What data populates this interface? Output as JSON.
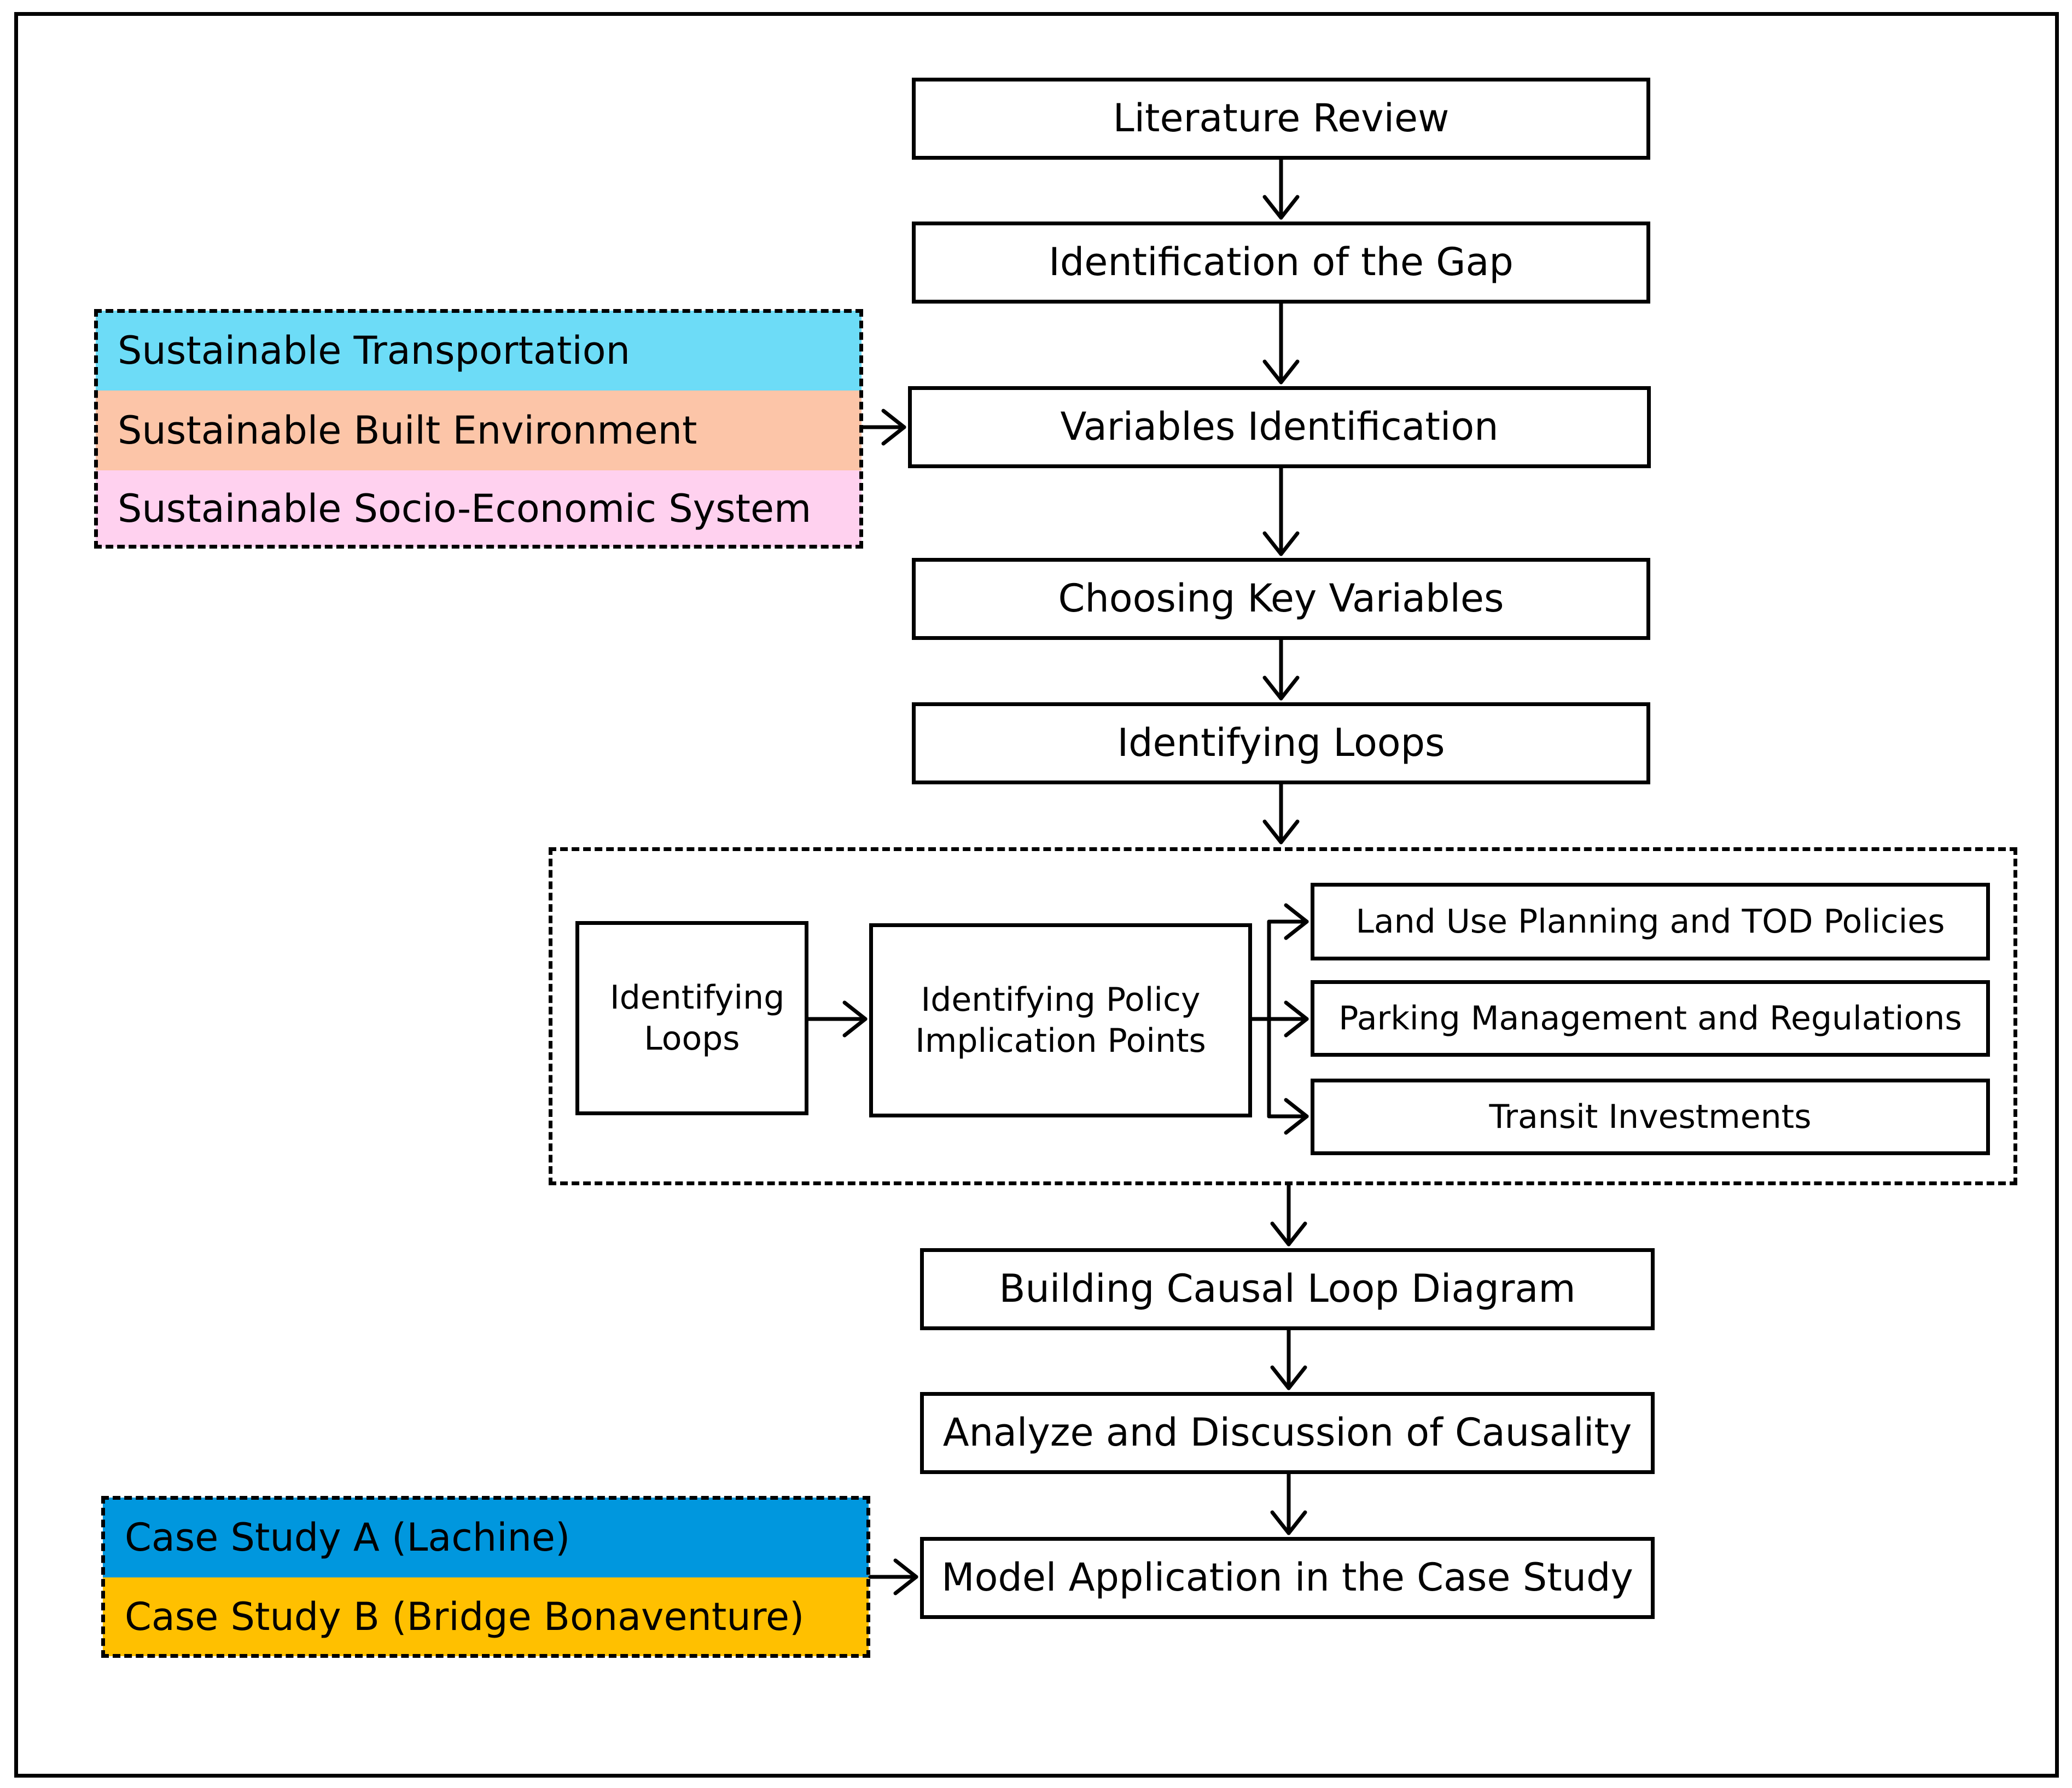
{
  "main_flow": [
    "Literature Review",
    "Identification of the Gap",
    "Variables Identification",
    "Choosing Key Variables",
    "Identifying Loops",
    "Building Causal Loop Diagram",
    "Analyze and Discussion of Causality",
    "Model Application in the Case Study"
  ],
  "sustainability_group": [
    {
      "label": "Sustainable Transportation",
      "color": "#6ddcf7"
    },
    {
      "label": "Sustainable Built Environment",
      "color": "#fcc5a8"
    },
    {
      "label": "Sustainable Socio-Economic System",
      "color": "#ffd1ef"
    }
  ],
  "case_study_group": [
    {
      "label": "Case Study A (Lachine)",
      "color": "#0097de"
    },
    {
      "label": "Case Study B (Bridge Bonaventure)",
      "color": "#ffc000"
    }
  ],
  "policy_subprocess": {
    "loops_box": "Identifying Loops",
    "policy_box": "Identifying Policy Implication Points",
    "outcomes": [
      "Land Use Planning and TOD Policies",
      "Parking Management and Regulations",
      "Transit Investments"
    ]
  }
}
